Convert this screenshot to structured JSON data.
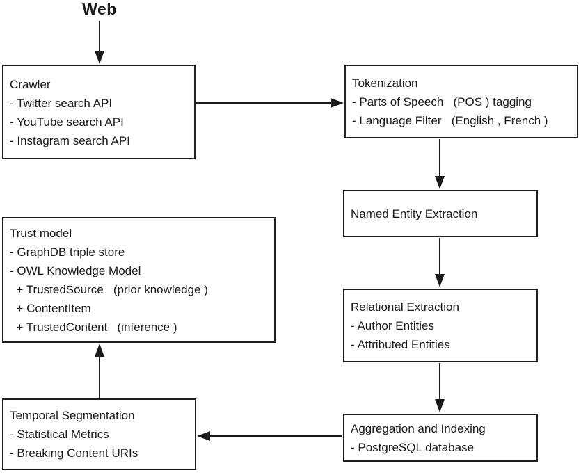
{
  "diagram": {
    "web_label": "Web",
    "nodes": {
      "crawler": {
        "title": "Crawler",
        "lines": [
          "- Twitter search API",
          "- YouTube search API",
          "- Instagram search API"
        ]
      },
      "tokenization": {
        "title": "Tokenization",
        "lines": [
          "- Parts of Speech   (POS ) tagging",
          "- Language Filter   (English , French )"
        ]
      },
      "named_entity_extraction": {
        "title": "Named Entity Extraction",
        "lines": []
      },
      "relational_extraction": {
        "title": "Relational Extraction",
        "lines": [
          "- Author Entities",
          "- Attributed Entities"
        ]
      },
      "trust_model": {
        "title": "Trust model",
        "lines": [
          "- GraphDB triple store",
          "- OWL Knowledge Model",
          "  + TrustedSource   (prior knowledge )",
          "  + ContentItem",
          "  + TrustedContent   (inference )"
        ]
      },
      "temporal_segmentation": {
        "title": "Temporal Segmentation",
        "lines": [
          "- Statistical Metrics",
          "- Breaking Content URIs"
        ]
      },
      "aggregation_indexing": {
        "title": "Aggregation and Indexing",
        "lines": [
          "- PostgreSQL database"
        ]
      }
    },
    "colors": {
      "line": "#1a1a1a",
      "border": "#1f1f1f",
      "text": "#1a1a1a",
      "background": "#ffffff"
    }
  }
}
